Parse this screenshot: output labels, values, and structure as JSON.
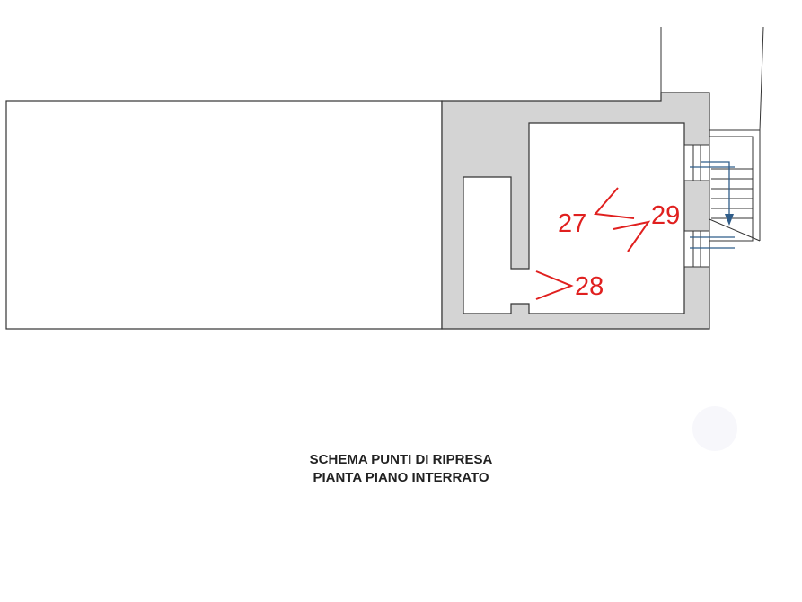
{
  "caption": {
    "line1": "SCHEMA PUNTI DI RIPRESA",
    "line2": "PIANTA PIANO INTERRATO"
  },
  "shooting_points": [
    {
      "id": "27",
      "label": "27"
    },
    {
      "id": "28",
      "label": "28"
    },
    {
      "id": "29",
      "label": "29"
    }
  ],
  "colors": {
    "wall_fill": "#d4d4d4",
    "line": "#333333",
    "marker": "#e0201f",
    "stair_arrow": "#2f5d8a"
  }
}
